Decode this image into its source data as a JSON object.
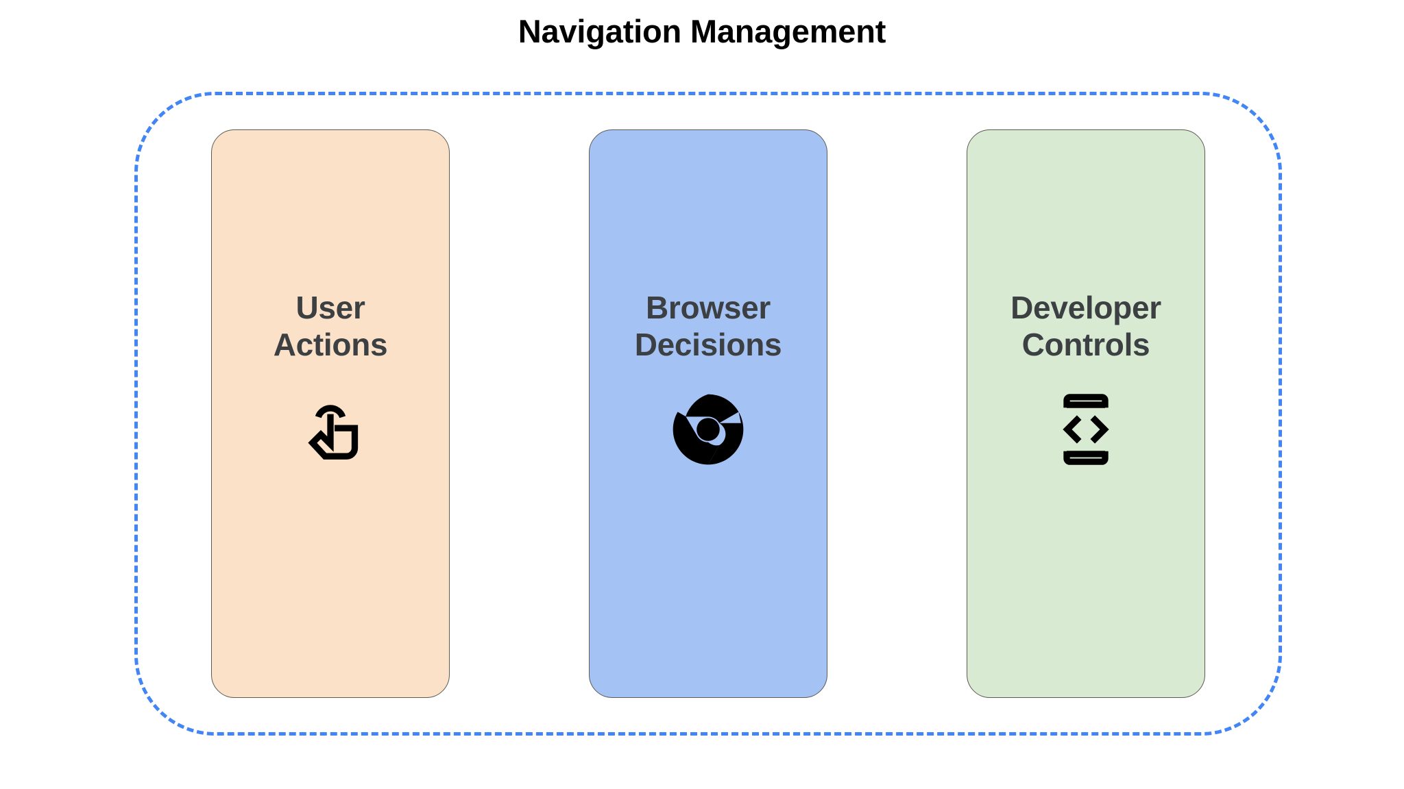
{
  "title": "Navigation Management",
  "colors": {
    "background": "#ffffff",
    "title_text": "#000000",
    "group_border": "#4285f4",
    "card_border": "#5b5b52",
    "card_label_text": "#3c4043",
    "icon": "#000000",
    "card_peach": "#fae1c8",
    "card_blue": "#a4c2f4",
    "card_green": "#d9ead3"
  },
  "group": {
    "name": "navigation-management-group",
    "border_style": "dashed"
  },
  "cards": [
    {
      "label": "User\nActions",
      "line1": "User",
      "line2": "Actions",
      "color": "#fae1c8",
      "color_name": "peach",
      "icon": "touch-app-icon"
    },
    {
      "label": "Browser\nDecisions",
      "line1": "Browser",
      "line2": "Decisions",
      "color": "#a4c2f4",
      "color_name": "blue",
      "icon": "chrome-logo-icon"
    },
    {
      "label": "Developer\nControls",
      "line1": "Developer",
      "line2": "Controls",
      "color": "#d9ead3",
      "color_name": "green",
      "icon": "developer-mode-icon"
    }
  ]
}
